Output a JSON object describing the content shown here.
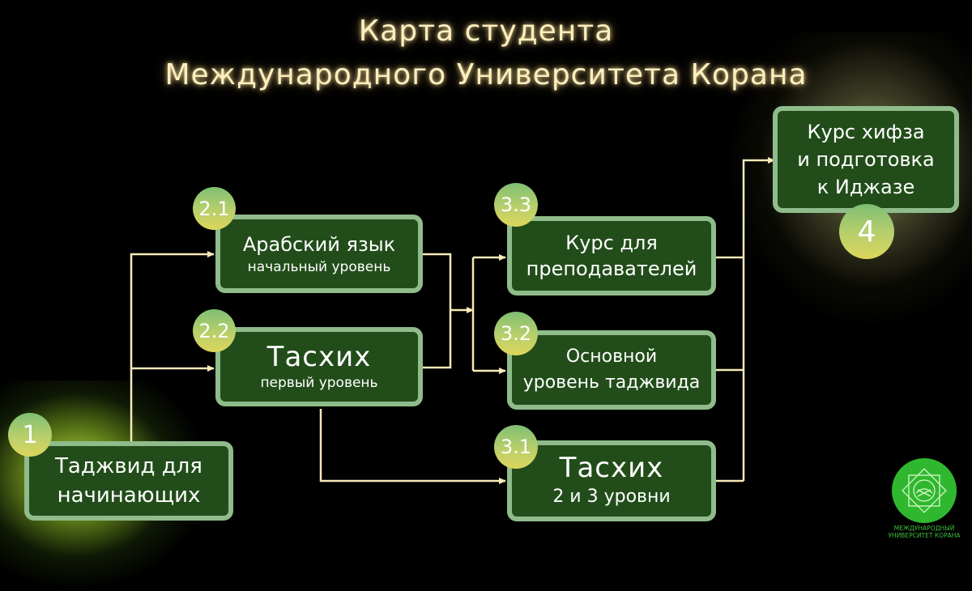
{
  "title": {
    "line1": "Карта студента",
    "line2": "Международного Университета Корана"
  },
  "nodes": {
    "n1": {
      "badge": "1",
      "line1": "Таджвид для",
      "line2": "начинающих"
    },
    "n21": {
      "badge": "2.1",
      "line1": "Арабский язык",
      "line2": "начальный уровень"
    },
    "n22": {
      "badge": "2.2",
      "line1": "Тасхих",
      "line2": "первый уровень"
    },
    "n33": {
      "badge": "3.3",
      "line1": "Курс для",
      "line2": "преподавателей"
    },
    "n32": {
      "badge": "3.2",
      "line1": "Основной",
      "line2": "уровень таджвида"
    },
    "n31": {
      "badge": "3.1",
      "line1": "Тасхих",
      "line2": "2 и 3 уровни"
    },
    "n4": {
      "badge": "4",
      "line1": "Курс хифза",
      "line2": "и подготовка",
      "line3": "к Иджазе"
    }
  },
  "logo": {
    "line1": "Международный",
    "line2": "университет Корана"
  },
  "colors": {
    "background": "#000000",
    "box_fill": "#224d1a",
    "box_border": "#8fbc8a",
    "connector": "#f6eab8",
    "title_glow": "#fbeec0",
    "logo_green": "#2fb82f"
  }
}
